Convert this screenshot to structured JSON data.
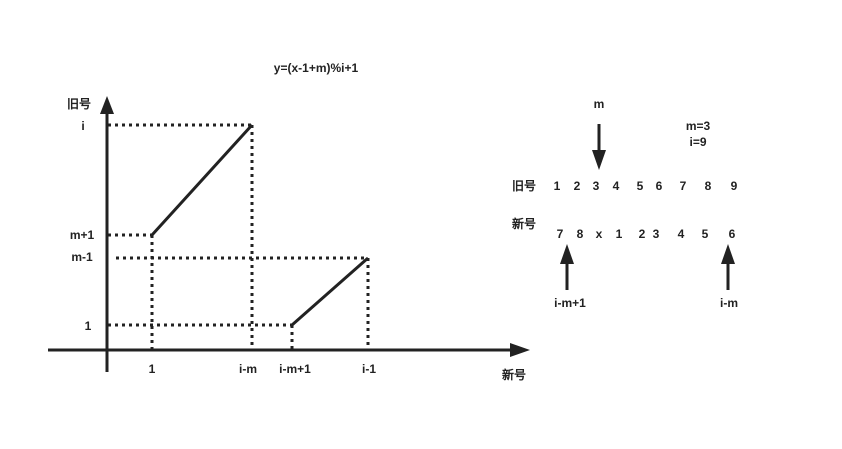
{
  "formula": "y=(x-1+m)%i+1",
  "axes": {
    "y_label": "旧号",
    "x_label": "新号",
    "y_ticks": [
      "i",
      "m+1",
      "m-1",
      "1"
    ],
    "x_ticks": [
      "1",
      "i-m",
      "i-m+1",
      "i-1"
    ]
  },
  "example": {
    "m_label": "m",
    "params": [
      "m=3",
      "i=9"
    ],
    "old_row_label": "旧号",
    "old_numbers": [
      "1",
      "2",
      "3",
      "4",
      "5",
      "6",
      "7",
      "8",
      "9"
    ],
    "new_row_label": "新号",
    "new_numbers": [
      "7",
      "8",
      "x",
      "1",
      "2",
      "3",
      "4",
      "5",
      "6"
    ],
    "left_pointer_label": "i-m+1",
    "right_pointer_label": "i-m"
  },
  "colors": {
    "ink": "#222222",
    "background": "#ffffff"
  }
}
